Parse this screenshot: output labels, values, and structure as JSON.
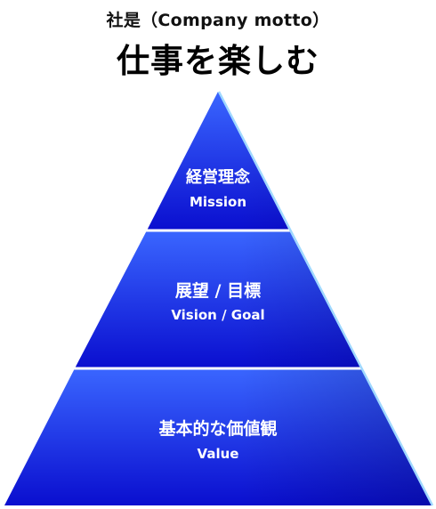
{
  "header": {
    "subtitle": "社是（Company motto）",
    "title": "仕事を楽しむ"
  },
  "pyramid": {
    "tiers": [
      {
        "title": "経営理念",
        "subtitle": "Mission"
      },
      {
        "title": "展望 / 目標",
        "subtitle": "Vision / Goal"
      },
      {
        "title": "基本的な価値観",
        "subtitle": "Value"
      }
    ]
  },
  "colors": {
    "tier_top": "#3a66ff",
    "tier_bottom": "#0a0ecf",
    "edge_highlight": "#9fd8ff",
    "divider": "#ffffff"
  }
}
